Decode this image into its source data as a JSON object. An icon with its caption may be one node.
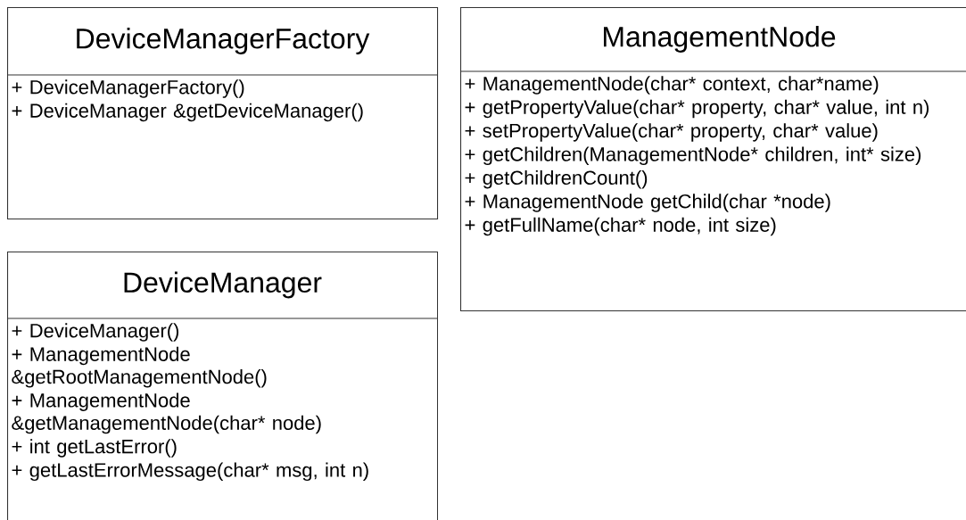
{
  "diagram": {
    "nodes": [
      {
        "text": [
          "DeviceManagerFactory",
          "+ DeviceManagerFactory()",
          "+ DeviceManager &getDeviceManager()"
        ]
      },
      {
        "text": [
          "ManagementNode",
          "+ ManagementNode(char* context, char*name)",
          "+ getPropertyValue(char* property, char* value, int n)",
          "+ setPropertyValue(char* property, char* value)",
          "+ getChildren(ManagementNode* children, int* size)",
          "+ getChildrenCount()",
          "+ ManagementNode getChild(char *node)",
          "+ getFullName(char* node, int size)"
        ]
      },
      {
        "text": [
          "DeviceManager",
          "+ DeviceManager()",
          "+ ManagementNode &getRootManagementNode()",
          "+ ManagementNode &getManagementNode(char* node)",
          "+ int getLastError()",
          "+ getLastErrorMessage(char* msg, int n)"
        ]
      }
    ]
  }
}
